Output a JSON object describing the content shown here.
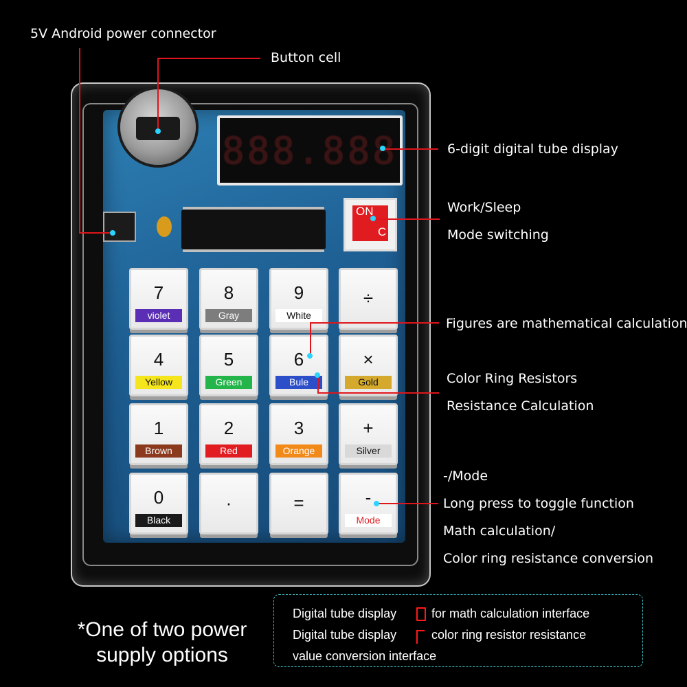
{
  "labels": {
    "power_connector": "5V Android power connector",
    "button_cell": "Button cell",
    "display": "6-digit digital tube display",
    "work_sleep": "Work/Sleep",
    "mode_switching": "Mode switching",
    "figures": "Figures are mathematical calculations",
    "color_ring": "Color Ring Resistors",
    "resistance_calc": "Resistance Calculation",
    "minus_mode": "-/Mode",
    "long_press": "Long press to toggle function",
    "math_calc": "Math calculation/",
    "color_conversion": "Color ring resistance conversion"
  },
  "display": {
    "digits": "888.888"
  },
  "power_key": {
    "on": "ON",
    "c": "C"
  },
  "keys": [
    {
      "main": "7",
      "tag": "violet",
      "tag_color": "#5a2fb5",
      "tag_text": "#ffffff"
    },
    {
      "main": "8",
      "tag": "Gray",
      "tag_color": "#7d7d7d",
      "tag_text": "#ffffff"
    },
    {
      "main": "9",
      "tag": "White",
      "tag_color": "#ffffff",
      "tag_text": "#111111"
    },
    {
      "main": "÷",
      "tag": "",
      "tag_color": "",
      "tag_text": ""
    },
    {
      "main": "4",
      "tag": "Yellow",
      "tag_color": "#f4e51c",
      "tag_text": "#111111"
    },
    {
      "main": "5",
      "tag": "Green",
      "tag_color": "#23b44a",
      "tag_text": "#ffffff"
    },
    {
      "main": "6",
      "tag": "Bule",
      "tag_color": "#2c4fc9",
      "tag_text": "#ffffff"
    },
    {
      "main": "×",
      "tag": "Gold",
      "tag_color": "#d4a92c",
      "tag_text": "#111111"
    },
    {
      "main": "1",
      "tag": "Brown",
      "tag_color": "#8b3a1e",
      "tag_text": "#ffffff"
    },
    {
      "main": "2",
      "tag": "Red",
      "tag_color": "#e11d22",
      "tag_text": "#ffffff"
    },
    {
      "main": "3",
      "tag": "Orange",
      "tag_color": "#f28a1a",
      "tag_text": "#ffffff"
    },
    {
      "main": "+",
      "tag": "Silver",
      "tag_color": "#d9d9d9",
      "tag_text": "#111111"
    },
    {
      "main": "0",
      "tag": "Black",
      "tag_color": "#1a1a1a",
      "tag_text": "#ffffff"
    },
    {
      "main": "·",
      "tag": "",
      "tag_color": "",
      "tag_text": ""
    },
    {
      "main": "=",
      "tag": "",
      "tag_color": "",
      "tag_text": ""
    },
    {
      "main": "-",
      "tag": "Mode",
      "tag_color": "#ffffff",
      "tag_text": "#e01c20"
    }
  ],
  "footer": {
    "line1": "*One of two power",
    "line2": "supply options"
  },
  "info": {
    "line1": "Digital tube display",
    "line1b": "for math calculation interface",
    "line2": "Digital tube display",
    "line2b": "color ring resistor resistance",
    "line3": "value conversion interface"
  },
  "colors": {
    "leader_line": "#e0151b",
    "marker_dot": "#2ad4ff",
    "info_border": "#3fc3c8"
  }
}
